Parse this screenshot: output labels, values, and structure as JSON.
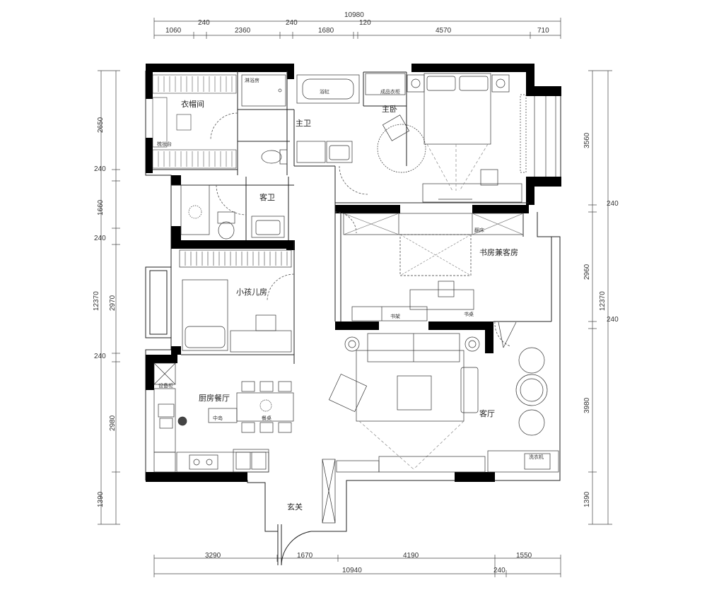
{
  "dimensions": {
    "top_total": "10980",
    "top_segments": [
      "1060",
      "240",
      "2360",
      "240",
      "1680",
      "120",
      "4570",
      "710"
    ],
    "bottom_segments": [
      "3290",
      "1670",
      "4190",
      "1550"
    ],
    "bottom_total": "10940",
    "bottom_extra": "240",
    "left_segments": [
      "2650",
      "240",
      "1660",
      "240",
      "2970",
      "240",
      "2980",
      "1390"
    ],
    "left_total": "12370",
    "right_segments": [
      "3560",
      "2960",
      "3980",
      "1390"
    ],
    "right_total": "12370",
    "right_small": [
      "240",
      "240"
    ]
  },
  "rooms": {
    "cloakroom": "衣帽间",
    "master_bath": "主卫",
    "master_bedroom": "主卧",
    "guest_bath": "客卫",
    "kids_room": "小孩儿房",
    "study_guest": "书房兼客房",
    "kitchen_dining": "厨房餐厅",
    "living_room": "客厅",
    "foyer": "玄关"
  },
  "fixtures": {
    "shower": "淋浴房",
    "bathtub": "浴缸",
    "wardrobe": "成品衣柜",
    "dresser": "梳妆台",
    "equipment_cabinet": "设备柜",
    "island": "中岛",
    "dining_table": "餐桌",
    "bookshelf": "书架",
    "desk": "书桌",
    "murphy_bed": "翻床",
    "washer": "洗衣机"
  },
  "colors": {
    "wall": "#000000",
    "line": "#222222",
    "light": "#999999"
  }
}
